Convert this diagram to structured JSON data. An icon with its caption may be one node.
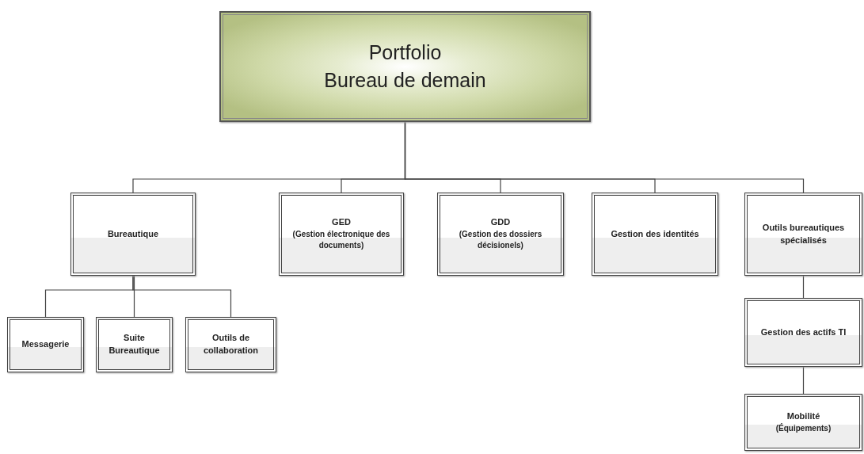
{
  "diagram": {
    "nodes": [
      {
        "text": [
          "Portfolio",
          "Bureau de demain"
        ]
      },
      {
        "text": [
          "Bureautique"
        ]
      },
      {
        "text": [
          "GED",
          "(Gestion électronique des documents)"
        ]
      },
      {
        "text": [
          "GDD",
          "(Gestion des dossiers décisionels)"
        ]
      },
      {
        "text": [
          "Gestion des identités"
        ]
      },
      {
        "text": [
          "Outils bureautiques spécialisés"
        ]
      },
      {
        "text": [
          "Messagerie"
        ]
      },
      {
        "text": [
          "Suite Bureautique"
        ]
      },
      {
        "text": [
          "Outils de collaboration"
        ]
      },
      {
        "text": [
          "Gestion des actifs TI"
        ]
      },
      {
        "text": [
          "Mobilité",
          "(Équipements)"
        ]
      }
    ],
    "edges": [
      {
        "from": 0,
        "to": 1,
        "arrow": "none"
      },
      {
        "from": 0,
        "to": 2,
        "arrow": "none"
      },
      {
        "from": 0,
        "to": 3,
        "arrow": "none"
      },
      {
        "from": 0,
        "to": 4,
        "arrow": "none"
      },
      {
        "from": 0,
        "to": 5,
        "arrow": "none"
      },
      {
        "from": 1,
        "to": 6,
        "arrow": "none"
      },
      {
        "from": 1,
        "to": 7,
        "arrow": "none"
      },
      {
        "from": 1,
        "to": 8,
        "arrow": "none"
      },
      {
        "from": 5,
        "to": 9,
        "arrow": "none"
      },
      {
        "from": 9,
        "to": 10,
        "arrow": "none"
      }
    ]
  }
}
